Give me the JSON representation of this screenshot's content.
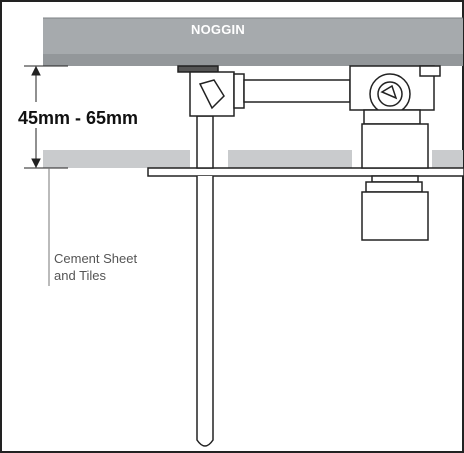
{
  "labels": {
    "noggin": "NOGGIN",
    "dimension": "45mm - 65mm",
    "sheet_line1": "Cement Sheet",
    "sheet_line2": "and Tiles"
  },
  "colors": {
    "noggin_fill": "#a6aaad",
    "sheet_fill": "#c9cbcd",
    "line": "#222222",
    "background": "#ffffff"
  }
}
